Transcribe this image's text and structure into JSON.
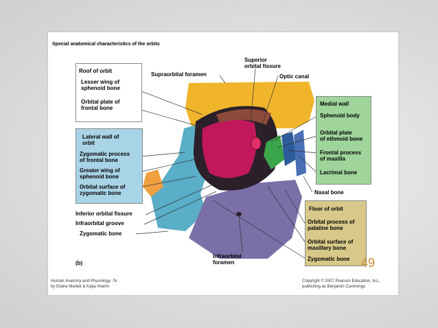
{
  "title": "Special anatomical characteristics of the orbits",
  "labels": {
    "roof_header": "Roof of orbit",
    "lesser_wing": [
      "Lesser wing of",
      "sphenoid bone"
    ],
    "orbital_plate_frontal": [
      "Orbital plate of",
      "frontal bone"
    ],
    "lateral_header": [
      "Lateral wall of",
      "orbit"
    ],
    "zygomatic_process": [
      "Zygomatic process",
      "of frontal bone"
    ],
    "greater_wing": [
      "Greater wing of",
      "sphenoid bone"
    ],
    "orbital_surface_zyg": [
      "Orbital surface of",
      "zygomatic bone"
    ],
    "inferior_orbital_fissure": "Inferior orbital fissure",
    "infraorbital_groove": "Infraorbital groove",
    "zygomatic_bone": "Zygomatic bone",
    "panel_b": "(b)",
    "supraorbital_foramen": "Supraorbital foramen",
    "superior_orbital_fissure": [
      "Superior",
      "orbital fissure"
    ],
    "optic_canal": "Optic canal",
    "medial_header": "Medial wall",
    "sphenoid_body": "Sphenoid body",
    "orbital_plate_ethmoid": [
      "Orbital plate",
      "of ethmoid bone"
    ],
    "frontal_process_maxilla": [
      "Frontal process",
      "of maxilla"
    ],
    "lacrimal_bone": "Lacrimal bone",
    "nasal_bone": "Nasal bone",
    "floor_header": "Floor of orbit",
    "orbital_process_palatine": [
      "Orbital process of",
      "palatine bone"
    ],
    "orbital_surface_maxillary": [
      "Orbital surface of",
      "maxillary bone"
    ],
    "zygomatic_bone_floor": "Zygomatic bone",
    "infraorbital_foramen": [
      "Infraorbital",
      "foramen"
    ]
  },
  "page_number": "49",
  "footer": {
    "left": [
      "Human Anatomy and Physiology, 7e",
      "by Elaine Marieb & Katja Hoehn"
    ],
    "right": [
      "Copyright © 2007 Pearson Education, Inc.,",
      "publishing as Benjamin Cummings"
    ]
  },
  "colors": {
    "frontal": "#f0b52a",
    "sphenoid_greater": "#c2185b",
    "zygomatic": "#5aaec7",
    "maxilla": "#7b6fa8",
    "ethmoid": "#3aa54a",
    "lacrimal": "#2d5c9a",
    "nasal": "#4a6fb5",
    "lateral_box": "#a9d3e6",
    "medial_box": "#9fd49a",
    "floor_box": "#d8c98a"
  }
}
